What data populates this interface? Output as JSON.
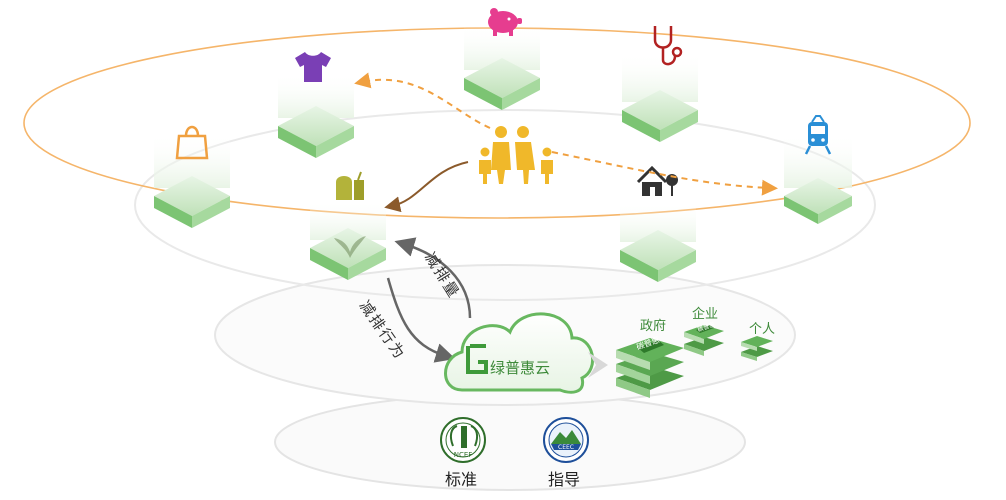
{
  "diagram": {
    "brand": "绿普惠云",
    "arrow_reduction_amount": "减排量",
    "arrow_reduction_behavior": "减排行为",
    "stakeholders": {
      "government": "政府",
      "enterprise": "企业",
      "individual": "个人"
    },
    "book_tag": "碳普惠",
    "foundation": {
      "standard": "标准",
      "guidance": "指导"
    },
    "seal_ncef": "NCEF",
    "seal_ceec": "CEEC",
    "colors": {
      "green": "#5cb85c",
      "orange": "#f0a040",
      "dark": "#333333",
      "brown": "#8b5a2b"
    },
    "icons": [
      "shopping-bag-icon",
      "tshirt-icon",
      "piggy-bank-icon",
      "stethoscope-icon",
      "tram-icon",
      "food-icon",
      "house-icon",
      "family-icon",
      "plant-icon",
      "cloud-icon",
      "books-icon"
    ]
  }
}
